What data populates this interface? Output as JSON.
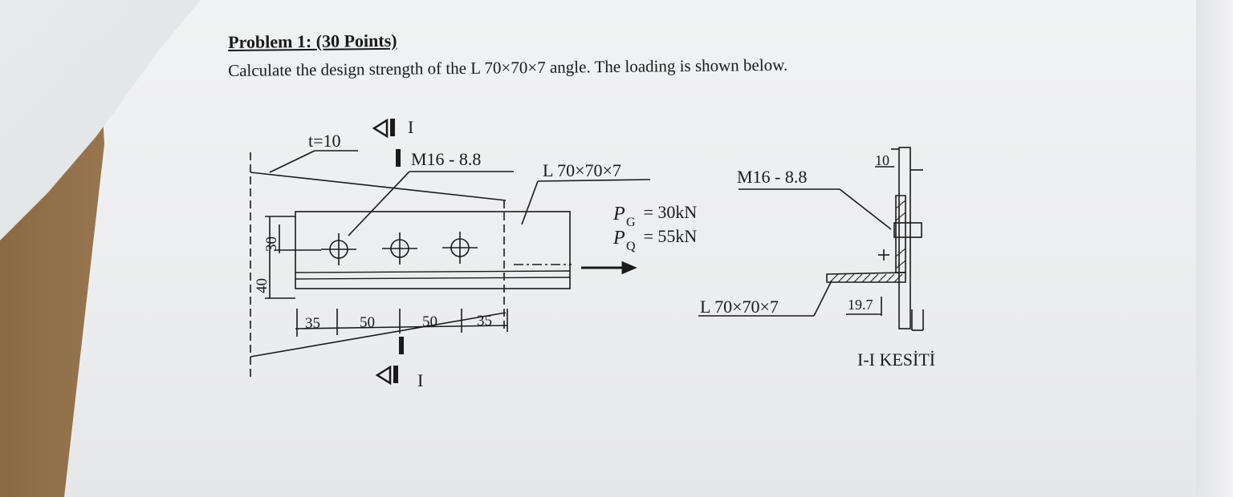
{
  "problem": {
    "title": "Problem 1: (30 Points)",
    "statement": "Calculate the design strength of the L 70×70×7 angle. The loading is shown below."
  },
  "drawing": {
    "plate_thickness": "t=10",
    "section_mark": "I",
    "bolt_spec": "M16 - 8.8",
    "angle_spec": "L 70×70×7",
    "load_g": "P",
    "load_g_sub": "G",
    "load_g_value": " = 30kN",
    "load_q": "P",
    "load_q_sub": "Q",
    "load_q_value": " = 55kN",
    "dim_40": "40",
    "dim_30": "30",
    "dim_35a": "35",
    "dim_50a": "50",
    "dim_50b": "50",
    "dim_35b": "35"
  },
  "section": {
    "bolt_spec": "M16 - 8.8",
    "angle_spec": "L 70×70×7",
    "dim_10": "10",
    "dim_19_7": "19.7",
    "caption": "I-I KESİTİ"
  }
}
